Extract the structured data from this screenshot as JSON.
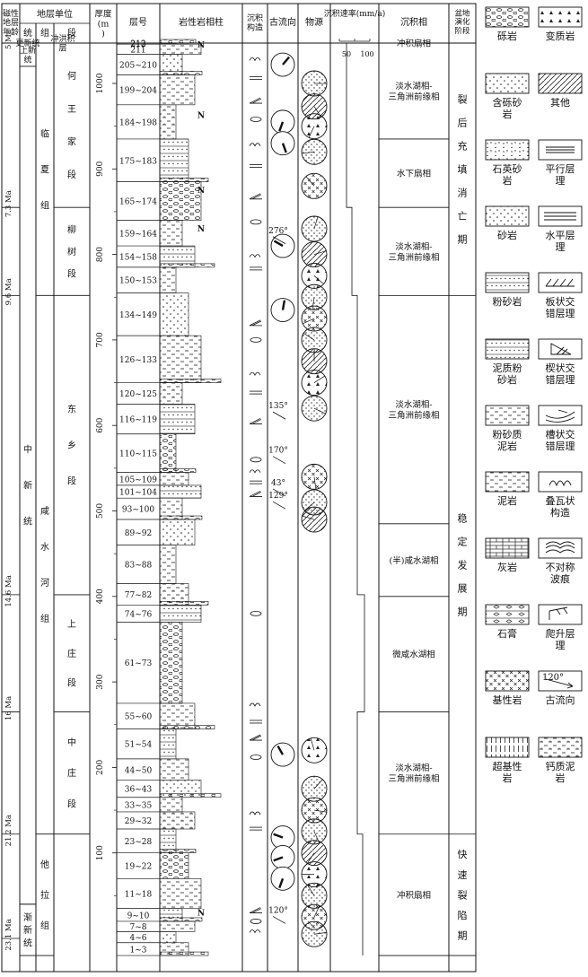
{
  "headers": {
    "mag": "磁性地层年龄",
    "strat_unit": "地层单位",
    "series": "统",
    "group": "组",
    "member": "段",
    "thickness": "厚度(m)",
    "layer": "层号",
    "litho": "岩性岩相柱",
    "sedstruct": "沉积构造",
    "paleocurrent": "古流向",
    "provenance": "物源",
    "rate": "沉积速率(mm/a)",
    "rate_ticks": [
      "50",
      "100"
    ],
    "facies": "沉积相",
    "stage": "盆地演化阶段"
  },
  "ages": [
    {
      "label": "5 Ma",
      "depth": 1080
    },
    {
      "label": "7.3 Ma",
      "depth": 855
    },
    {
      "label": "9.6 Ma",
      "depth": 752
    },
    {
      "label": "14.6 Ma",
      "depth": 402
    },
    {
      "label": "16 Ma",
      "depth": 265
    },
    {
      "label": "21.2 Ma",
      "depth": 122
    },
    {
      "label": "23.1 Ma",
      "depth": 0
    }
  ],
  "series_units": [
    {
      "name": "更新统",
      "top": 1090,
      "base": 1072
    },
    {
      "name": "上新统",
      "top": 1072,
      "base": 1020
    },
    {
      "name": "中新统",
      "top": 1020,
      "base": 40
    },
    {
      "name": "渐新统",
      "top": 40,
      "base": -20
    }
  ],
  "group_units": [
    {
      "name": "冲洪积层",
      "top": 1090,
      "base": 1072,
      "span": true
    },
    {
      "name": "临夏组",
      "top": 1072,
      "base": 752
    },
    {
      "name": "咸水河组",
      "top": 752,
      "base": 122
    },
    {
      "name": "他拉组",
      "top": 122,
      "base": -20
    }
  ],
  "member_units": [
    {
      "name": "何王家段",
      "top": 1072,
      "base": 855
    },
    {
      "name": "柳树段",
      "top": 855,
      "base": 752
    },
    {
      "name": "东乡段",
      "top": 752,
      "base": 402
    },
    {
      "name": "上庄段",
      "top": 402,
      "base": 265
    },
    {
      "name": "中庄段",
      "top": 265,
      "base": 122
    }
  ],
  "thickness_ticks": [
    "100",
    "200",
    "300",
    "400",
    "500",
    "600",
    "700",
    "800",
    "900",
    "1000"
  ],
  "layers": [
    {
      "label": "213",
      "top": 1090,
      "base": 1065
    },
    {
      "label": "212",
      "top": 1065,
      "base": 1046
    },
    {
      "label": "211",
      "top": 1046,
      "base": 1034
    },
    {
      "label": "205~210",
      "top": 1034,
      "base": 1010
    },
    {
      "label": "199~204",
      "top": 1010,
      "base": 975
    },
    {
      "label": "184~198",
      "top": 975,
      "base": 935
    },
    {
      "label": "175~183",
      "top": 935,
      "base": 885
    },
    {
      "label": "165~174",
      "top": 885,
      "base": 840
    },
    {
      "label": "159~164",
      "top": 840,
      "base": 810
    },
    {
      "label": "154~158",
      "top": 810,
      "base": 785
    },
    {
      "label": "150~153",
      "top": 785,
      "base": 755
    },
    {
      "label": "134~149",
      "top": 755,
      "base": 705
    },
    {
      "label": "126~133",
      "top": 705,
      "base": 650
    },
    {
      "label": "120~125",
      "top": 650,
      "base": 625
    },
    {
      "label": "116~119",
      "top": 625,
      "base": 590
    },
    {
      "label": "110~115",
      "top": 590,
      "base": 545
    },
    {
      "label": "105~109",
      "top": 545,
      "base": 530
    },
    {
      "label": "101~104",
      "top": 530,
      "base": 515
    },
    {
      "label": "93~100",
      "top": 515,
      "base": 490
    },
    {
      "label": "89~92",
      "top": 490,
      "base": 460
    },
    {
      "label": "83~88",
      "top": 460,
      "base": 415
    },
    {
      "label": "77~82",
      "top": 415,
      "base": 390
    },
    {
      "label": "74~76",
      "top": 390,
      "base": 370
    },
    {
      "label": "61~73",
      "top": 370,
      "base": 275
    },
    {
      "label": "55~60",
      "top": 275,
      "base": 245
    },
    {
      "label": "51~54",
      "top": 245,
      "base": 210
    },
    {
      "label": "44~50",
      "top": 210,
      "base": 185
    },
    {
      "label": "36~43",
      "top": 185,
      "base": 165
    },
    {
      "label": "33~35",
      "top": 165,
      "base": 148
    },
    {
      "label": "29~32",
      "top": 148,
      "base": 128
    },
    {
      "label": "23~28",
      "top": 128,
      "base": 100
    },
    {
      "label": "19~22",
      "top": 100,
      "base": 70
    },
    {
      "label": "11~18",
      "top": 70,
      "base": 35
    },
    {
      "label": "9~10",
      "top": 35,
      "base": 20
    },
    {
      "label": "7~8",
      "top": 20,
      "base": 8
    },
    {
      "label": "4~6",
      "top": 8,
      "base": -5
    },
    {
      "label": "1~3",
      "top": -5,
      "base": -20
    }
  ],
  "litho_marks": [
    {
      "label": "N",
      "depth": 1045
    },
    {
      "label": "N",
      "depth": 963
    },
    {
      "label": "N",
      "depth": 875
    },
    {
      "label": "N",
      "depth": 830
    },
    {
      "label": "N",
      "depth": 30
    }
  ],
  "paleocurrent_labels": [
    {
      "label": "276°",
      "depth": 825
    },
    {
      "label": "135°",
      "depth": 620
    },
    {
      "label": "170°",
      "depth": 568
    },
    {
      "label": "43°",
      "depth": 530
    },
    {
      "label": "129°",
      "depth": 515
    },
    {
      "label": "120°",
      "depth": 30
    }
  ],
  "facies": [
    {
      "label": "冲积扇相",
      "top": 1090,
      "base": 1065
    },
    {
      "label": "淡水湖相-三角洲前缘相",
      "top": 1065,
      "base": 935
    },
    {
      "label": "水下扇相",
      "top": 935,
      "base": 855
    },
    {
      "label": "淡水湖相-三角洲前缘相",
      "top": 855,
      "base": 752
    },
    {
      "label": "淡水湖相-三角洲前缘相",
      "top": 752,
      "base": 485
    },
    {
      "label": "(半)咸水湖相",
      "top": 485,
      "base": 400
    },
    {
      "label": "微咸水湖相",
      "top": 400,
      "base": 265
    },
    {
      "label": "淡水湖相-三角洲前缘相",
      "top": 265,
      "base": 122
    },
    {
      "label": "冲积扇相",
      "top": 122,
      "base": -20
    }
  ],
  "stages": [
    {
      "label": "裂后充填消亡期",
      "top": 1090,
      "base": 752
    },
    {
      "label": "稳定发展期",
      "top": 752,
      "base": 122
    },
    {
      "label": "快速裂陷期",
      "top": 122,
      "base": -20
    }
  ],
  "legend": [
    {
      "pattern": "conglomerate",
      "label": "砾岩"
    },
    {
      "pattern": "metamorphic",
      "label": "变质岩"
    },
    {
      "pattern": "pebbly_sandstone",
      "label": "含砾砂岩"
    },
    {
      "pattern": "other",
      "label": "其他"
    },
    {
      "pattern": "quartz_sandstone",
      "label": "石英砂岩"
    },
    {
      "pattern": "parallel_bedding",
      "label": "平行层理"
    },
    {
      "pattern": "sandstone",
      "label": "砂岩"
    },
    {
      "pattern": "horizontal_bedding",
      "label": "水平层理"
    },
    {
      "pattern": "siltstone",
      "label": "粉砂岩"
    },
    {
      "pattern": "planar_cross",
      "label": "板状交错层理"
    },
    {
      "pattern": "muddy_siltstone",
      "label": "泥质粉砂岩"
    },
    {
      "pattern": "wedge_cross",
      "label": "楔状交错层理"
    },
    {
      "pattern": "silty_mudstone",
      "label": "粉砂质泥岩"
    },
    {
      "pattern": "trough_cross",
      "label": "槽状交错层理"
    },
    {
      "pattern": "mudstone",
      "label": "泥岩"
    },
    {
      "pattern": "imbricate",
      "label": "叠瓦状构造"
    },
    {
      "pattern": "limestone",
      "label": "灰岩"
    },
    {
      "pattern": "ripple",
      "label": "不对称波痕"
    },
    {
      "pattern": "gypsum",
      "label": "石膏"
    },
    {
      "pattern": "climbing",
      "label": "爬升层理"
    },
    {
      "pattern": "basic",
      "label": "基性岩"
    },
    {
      "pattern": "paleocurrent",
      "label": "古流向",
      "value": "120°"
    },
    {
      "pattern": "ultrabasic",
      "label": "超基性岩"
    },
    {
      "pattern": "calc_mudstone",
      "label": "钙质泥岩"
    }
  ]
}
